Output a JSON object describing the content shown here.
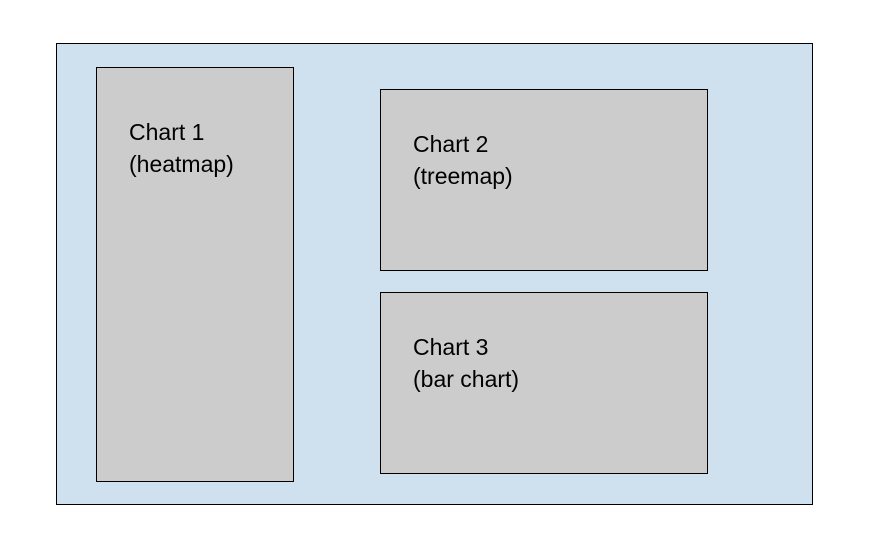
{
  "panels": [
    {
      "title": "Chart 1",
      "subtitle": "(heatmap)"
    },
    {
      "title": "Chart 2",
      "subtitle": "(treemap)"
    },
    {
      "title": "Chart 3",
      "subtitle": "(bar chart)"
    }
  ],
  "colors": {
    "dashboard_background": "#cfe0ef",
    "panel_background": "#cccccc",
    "border": "#000000"
  }
}
